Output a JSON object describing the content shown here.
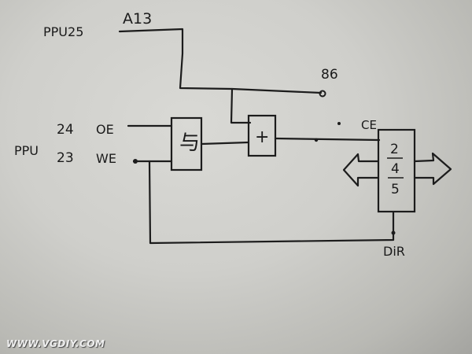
{
  "labels": {
    "ppu25": "PPU25",
    "a13": "A13",
    "pin86": "86",
    "pin24": "24",
    "oe": "OE",
    "ppu": "PPU",
    "pin23": "23",
    "we": "WE",
    "ce": "CE",
    "dir": "DiR",
    "chip_top": "2",
    "chip_mid": "4",
    "chip_bot": "5",
    "nand_symbol": "与",
    "or_symbol": "+"
  },
  "watermark": "WWW.VGDIY.COM"
}
